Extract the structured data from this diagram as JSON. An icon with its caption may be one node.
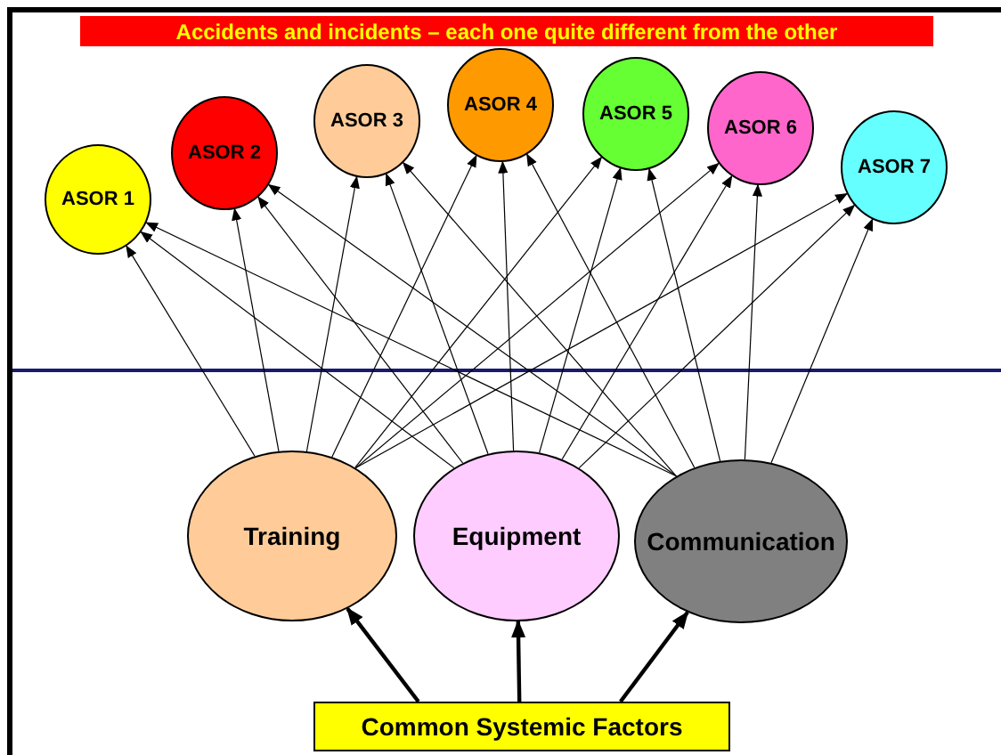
{
  "diagram": {
    "title": "Accidents and incidents – each one quite different from the other",
    "nodes": [
      {
        "text": [
          "ASOR 1"
        ]
      },
      {
        "text": [
          "ASOR 2"
        ]
      },
      {
        "text": [
          "ASOR 3"
        ]
      },
      {
        "text": [
          "ASOR 4"
        ]
      },
      {
        "text": [
          "ASOR 5"
        ]
      },
      {
        "text": [
          "ASOR 6"
        ]
      },
      {
        "text": [
          "ASOR 7"
        ]
      },
      {
        "text": [
          "Training"
        ]
      },
      {
        "text": [
          "Equipment"
        ]
      },
      {
        "text": [
          "Communication"
        ]
      },
      {
        "text": [
          "Common Systemic Factors"
        ]
      }
    ],
    "edges": [
      {
        "from": 7,
        "to": 0,
        "arrow": "to"
      },
      {
        "from": 7,
        "to": 1,
        "arrow": "to"
      },
      {
        "from": 7,
        "to": 2,
        "arrow": "to"
      },
      {
        "from": 7,
        "to": 3,
        "arrow": "to"
      },
      {
        "from": 7,
        "to": 4,
        "arrow": "to"
      },
      {
        "from": 7,
        "to": 5,
        "arrow": "to"
      },
      {
        "from": 7,
        "to": 6,
        "arrow": "to"
      },
      {
        "from": 8,
        "to": 0,
        "arrow": "to"
      },
      {
        "from": 8,
        "to": 1,
        "arrow": "to"
      },
      {
        "from": 8,
        "to": 2,
        "arrow": "to"
      },
      {
        "from": 8,
        "to": 3,
        "arrow": "to"
      },
      {
        "from": 8,
        "to": 4,
        "arrow": "to"
      },
      {
        "from": 8,
        "to": 5,
        "arrow": "to"
      },
      {
        "from": 8,
        "to": 6,
        "arrow": "to"
      },
      {
        "from": 9,
        "to": 0,
        "arrow": "to"
      },
      {
        "from": 9,
        "to": 1,
        "arrow": "to"
      },
      {
        "from": 9,
        "to": 2,
        "arrow": "to"
      },
      {
        "from": 9,
        "to": 3,
        "arrow": "to"
      },
      {
        "from": 9,
        "to": 4,
        "arrow": "to"
      },
      {
        "from": 9,
        "to": 5,
        "arrow": "to"
      },
      {
        "from": 9,
        "to": 6,
        "arrow": "to"
      },
      {
        "from": 10,
        "to": 7,
        "arrow": "to",
        "style": "thick"
      },
      {
        "from": 10,
        "to": 8,
        "arrow": "to",
        "style": "thick"
      },
      {
        "from": 10,
        "to": 9,
        "arrow": "to",
        "style": "thick"
      }
    ]
  }
}
